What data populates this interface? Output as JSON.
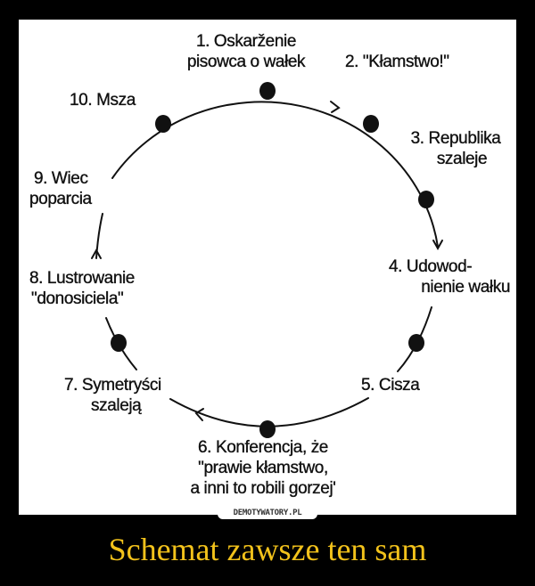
{
  "diagram": {
    "steps": [
      {
        "lines": [
          "1. Oskarženie",
          "pisowca o wałek"
        ]
      },
      {
        "lines": [
          "2. \"Kłamstwo!\""
        ]
      },
      {
        "lines": [
          "3. Republika",
          "szaleje"
        ]
      },
      {
        "lines": [
          "4. Udowod-",
          "nienie wałku"
        ]
      },
      {
        "lines": [
          "5. Cisza"
        ]
      },
      {
        "lines": [
          "6. Konferencja, że",
          "\"prawie kłamstwo,",
          "a inni to robili gorzej'"
        ]
      },
      {
        "lines": [
          "7. Symetryści",
          "szaleją"
        ]
      },
      {
        "lines": [
          "8. Lustrowanie",
          "\"donosiciela\""
        ]
      },
      {
        "lines": [
          "9. Wiec",
          "poparcia"
        ]
      },
      {
        "lines": [
          "10. Msza"
        ]
      }
    ]
  },
  "watermark": "DEMOTYWATORY.PL",
  "caption": "Schemat zawsze ten sam",
  "colors": {
    "caption": "#f2c21b",
    "background": "#000000",
    "panel": "#ffffff"
  }
}
